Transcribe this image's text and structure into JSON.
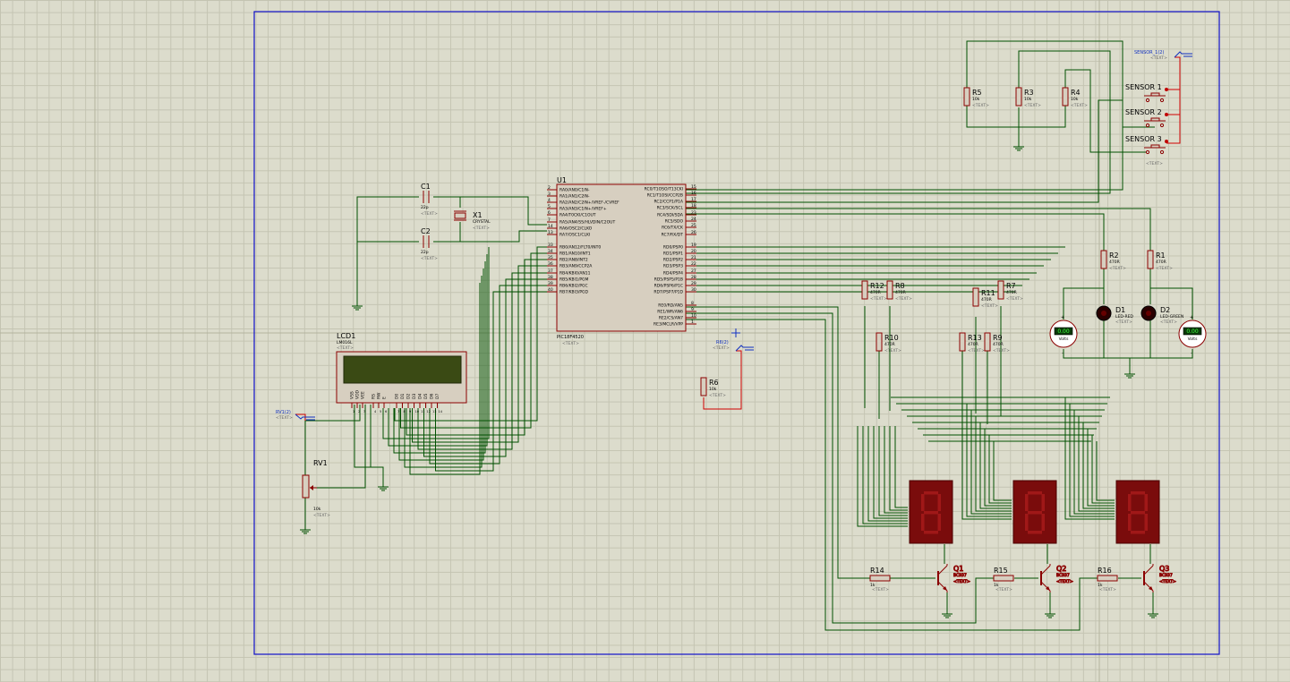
{
  "schematic": {
    "ic": {
      "ref": "U1",
      "part": "PIC18F4520",
      "tag": "<TEXT>",
      "left_pins": [
        {
          "num": "2",
          "name": "RA0/AN0/C1IN-"
        },
        {
          "num": "3",
          "name": "RA1/AN1/C2IN-"
        },
        {
          "num": "4",
          "name": "RA2/AN2/C2IN+/VREF-/CVREF"
        },
        {
          "num": "5",
          "name": "RA3/AN3/C1IN+/VREF+"
        },
        {
          "num": "6",
          "name": "RA4/T0CKI/C1OUT"
        },
        {
          "num": "7",
          "name": "RA5/AN4/SS/HLVDIN/C2OUT"
        },
        {
          "num": "14",
          "name": "RA6/OSC2/CLKO"
        },
        {
          "num": "13",
          "name": "RA7/OSC1/CLKI"
        },
        {
          "num": "33",
          "name": "RB0/AN12/FLT0/INT0"
        },
        {
          "num": "34",
          "name": "RB1/AN10/INT1"
        },
        {
          "num": "35",
          "name": "RB2/AN8/INT2"
        },
        {
          "num": "36",
          "name": "RB3/AN9/CCP2A"
        },
        {
          "num": "37",
          "name": "RB4/KBI0/AN11"
        },
        {
          "num": "38",
          "name": "RB5/KBI1/PGM"
        },
        {
          "num": "39",
          "name": "RB6/KBI2/PGC"
        },
        {
          "num": "40",
          "name": "RB7/KBI3/PGD"
        }
      ],
      "right_pins": [
        {
          "num": "15",
          "name": "RC0/T1OSO/T13CKI"
        },
        {
          "num": "16",
          "name": "RC1/T1OSI/CCP2B"
        },
        {
          "num": "17",
          "name": "RC2/CCP1/P1A"
        },
        {
          "num": "18",
          "name": "RC3/SCK/SCL"
        },
        {
          "num": "23",
          "name": "RC4/SDI/SDA"
        },
        {
          "num": "24",
          "name": "RC5/SDO"
        },
        {
          "num": "25",
          "name": "RC6/TX/CK"
        },
        {
          "num": "26",
          "name": "RC7/RX/DT"
        },
        {
          "num": "19",
          "name": "RD0/PSP0"
        },
        {
          "num": "20",
          "name": "RD1/PSP1"
        },
        {
          "num": "21",
          "name": "RD2/PSP2"
        },
        {
          "num": "22",
          "name": "RD3/PSP3"
        },
        {
          "num": "27",
          "name": "RD4/PSP4"
        },
        {
          "num": "28",
          "name": "RD5/PSP5/P1B"
        },
        {
          "num": "29",
          "name": "RD6/PSP6/P1C"
        },
        {
          "num": "30",
          "name": "RD7/PSP7/P1D"
        },
        {
          "num": "8",
          "name": "RE0/RD/AN5"
        },
        {
          "num": "9",
          "name": "RE1/WR/AN6"
        },
        {
          "num": "10",
          "name": "RE2/CS/AN7"
        },
        {
          "num": "1",
          "name": "RE3/MCLR/VPP"
        }
      ]
    },
    "lcd": {
      "ref": "LCD1",
      "part": "LM016L",
      "tag": "<TEXT>",
      "pins": [
        "VSS",
        "VDD",
        "VEE",
        "RS",
        "RW",
        "E",
        "D0",
        "D1",
        "D2",
        "D3",
        "D4",
        "D5",
        "D6",
        "D7"
      ],
      "pin_nums": [
        "1",
        "2",
        "3",
        "4",
        "5",
        "6",
        "7",
        "8",
        "9",
        "10",
        "11",
        "12",
        "13",
        "14"
      ]
    },
    "rv1": {
      "ref": "RV1",
      "value": "10k",
      "tag": "<TEXT>"
    },
    "rv1_pin": {
      "label": "RV1(2)",
      "tag": "<TEXT>"
    },
    "r6_pin": {
      "label": "R6(2)",
      "tag": "<TEXT>"
    },
    "sensor_pin": {
      "label": "SENSOR_1(2)",
      "tag": "<TEXT>"
    },
    "crystal": {
      "ref": "X1",
      "part": "CRYSTAL",
      "tag": "<TEXT>"
    },
    "c1": {
      "ref": "C1",
      "value": "22p",
      "tag": "<TEXT>"
    },
    "c2": {
      "ref": "C2",
      "value": "22p",
      "tag": "<TEXT>"
    },
    "sensors": [
      {
        "ref": "SENSOR 1",
        "tag": ""
      },
      {
        "ref": "SENSOR 2",
        "tag": ""
      },
      {
        "ref": "SENSOR 3",
        "tag": "<TEXT>"
      }
    ],
    "resistors": [
      {
        "ref": "R5",
        "value": "10k",
        "tag": "<TEXT>"
      },
      {
        "ref": "R3",
        "value": "10k",
        "tag": "<TEXT>"
      },
      {
        "ref": "R4",
        "value": "10k",
        "tag": "<TEXT>"
      },
      {
        "ref": "R2",
        "value": "470R",
        "tag": "<TEXT>"
      },
      {
        "ref": "R1",
        "value": "470R",
        "tag": "<TEXT>"
      },
      {
        "ref": "R12",
        "value": "470R",
        "tag": "<TEXT>"
      },
      {
        "ref": "R8",
        "value": "470R",
        "tag": "<TEXT>"
      },
      {
        "ref": "R11",
        "value": "470R",
        "tag": "<TEXT>"
      },
      {
        "ref": "R7",
        "value": "470R",
        "tag": "<TEXT>"
      },
      {
        "ref": "R10",
        "value": "470R",
        "tag": "<TEXT>"
      },
      {
        "ref": "R13",
        "value": "470R",
        "tag": "<TEXT>"
      },
      {
        "ref": "R9",
        "value": "470R",
        "tag": "<TEXT>"
      },
      {
        "ref": "R6",
        "value": "10k",
        "tag": "<TEXT>"
      },
      {
        "ref": "R14",
        "value": "1k",
        "tag": "<TEXT>"
      },
      {
        "ref": "R15",
        "value": "1k",
        "tag": "<TEXT>"
      },
      {
        "ref": "R16",
        "value": "1k",
        "tag": "<TEXT>"
      }
    ],
    "leds": [
      {
        "ref": "D1",
        "part": "LED-RED",
        "tag": "<TEXT>"
      },
      {
        "ref": "D2",
        "part": "LED-GREEN",
        "tag": "<TEXT>"
      }
    ],
    "voltmeters": [
      {
        "reading": "0.00",
        "unit": "Volts"
      },
      {
        "reading": "0.00",
        "unit": "Volts"
      }
    ],
    "transistors": [
      {
        "ref": "Q1",
        "part": "BC337",
        "tag": "<TEXT>"
      },
      {
        "ref": "Q2",
        "part": "BC337",
        "tag": "<TEXT>"
      },
      {
        "ref": "Q3",
        "part": "BC337",
        "tag": "<TEXT>"
      }
    ]
  },
  "colors": {
    "background": "#dcdccc",
    "grid": "#c4c4b2",
    "wire": "#005000",
    "component": "#8b0000",
    "body": "#d7cfc0",
    "sheet_border": "#1010c8",
    "probe": "#1030c0",
    "probe_wire": "#d00000",
    "segment_body": "#7a0c0c",
    "segment_off": "#a01818",
    "lcd_screen": "#3a4a14",
    "led_body": "#2a0000"
  }
}
